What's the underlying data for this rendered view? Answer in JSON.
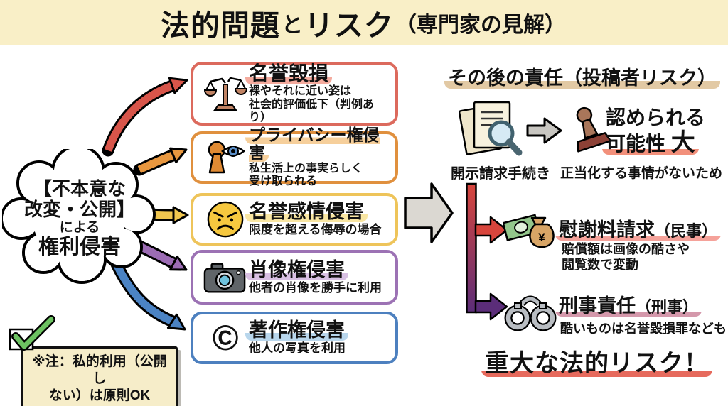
{
  "banner": {
    "title_part1": "法的問題",
    "title_part2": "と",
    "title_part3": "リスク",
    "title_part4": "（専門家の見解）"
  },
  "cloud": {
    "line1": "【不本意な",
    "line2": "改変・公開】",
    "line3": "による",
    "line4": "権利侵害"
  },
  "categories": [
    {
      "title": "名誉毀損",
      "desc": "裸やそれに近い姿は\n社会的評価低下（判例あり）",
      "border_color": "#dc6a5d",
      "highlight_color": "#f4ab9e",
      "icon": "broken-scales-icon",
      "arrow_color": "#d8554a"
    },
    {
      "title": "プライバシー権侵害",
      "desc": "私生活上の事実らしく\n受け取られる",
      "border_color": "#e0903e",
      "highlight_color": "#f6cf9b",
      "icon": "keyhole-eye-icon",
      "arrow_color": "#e8973f"
    },
    {
      "title": "名誉感情侵害",
      "desc": "限度を超える侮辱の場合",
      "border_color": "#eec45a",
      "highlight_color": "#f9e6a2",
      "icon": "angry-face-icon",
      "arrow_color": "#f0c64f"
    },
    {
      "title": "肖像権侵害",
      "desc": "他者の肖像を勝手に利用",
      "border_color": "#9c72b4",
      "highlight_color": "#d8c0e3",
      "icon": "camera-icon",
      "arrow_color": "#9c6cb4"
    },
    {
      "title": "著作権侵害",
      "desc": "他人の写真を利用",
      "border_color": "#4d80bf",
      "highlight_color": "#b8d6ec",
      "icon": "copyright-icon",
      "arrow_color": "#4b83c4"
    }
  ],
  "right_flow": {
    "header": "その後の責任（投稿者リスク）",
    "disclosure_caption": "開示請求手続き",
    "recognition_line1": "認められる",
    "recognition_line2a": "可能性 ",
    "recognition_line2b": "大",
    "recognition_note": "正当化する事情がないため",
    "civil_title": "慰謝料請求",
    "civil_paren": "（民事）",
    "civil_desc": "賠償額は画像の酷さや\n閲覧数で変動",
    "criminal_title": "刑事責任",
    "criminal_paren": "（刑事）",
    "criminal_desc": "酷いものは名誉毀損罪なども",
    "conclusion": "重大な法的リスク！"
  },
  "note": {
    "text": "※注：私的利用（公開し\nない）は原則OK"
  },
  "icons": {
    "yen": "¥",
    "copyright": "©"
  },
  "colors": {
    "banner_bg": "#f9efc7",
    "big_arrow_gray": "#dbd8d2",
    "small_arrow_gray": "#c8c6c1",
    "risk_bar_top": "#d8453c",
    "risk_bar_bottom": "#5b2d79",
    "header_highlight": "#e2c9a4",
    "recognition_highlight": "#f2907b",
    "civil_highlight": "#f5a29a",
    "criminal_highlight": "#d498ab",
    "conclusion_highlight": "#e66a5d",
    "note_bg": "#f6edc9",
    "check_green": "#6cc161"
  }
}
